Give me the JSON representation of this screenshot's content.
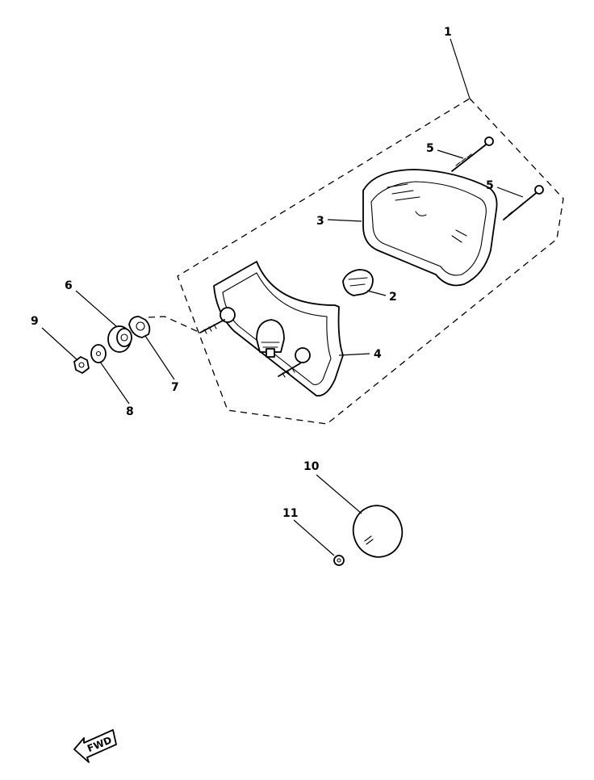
{
  "callouts": {
    "c1": "1",
    "c2": "2",
    "c3": "3",
    "c4": "4",
    "c5a": "5",
    "c5b": "5",
    "c6": "6",
    "c7": "7",
    "c8": "8",
    "c9": "9",
    "c10": "10",
    "c11": "11"
  },
  "fwd_label": "FWD",
  "colors": {
    "ink": "#000000",
    "paper": "#ffffff"
  }
}
